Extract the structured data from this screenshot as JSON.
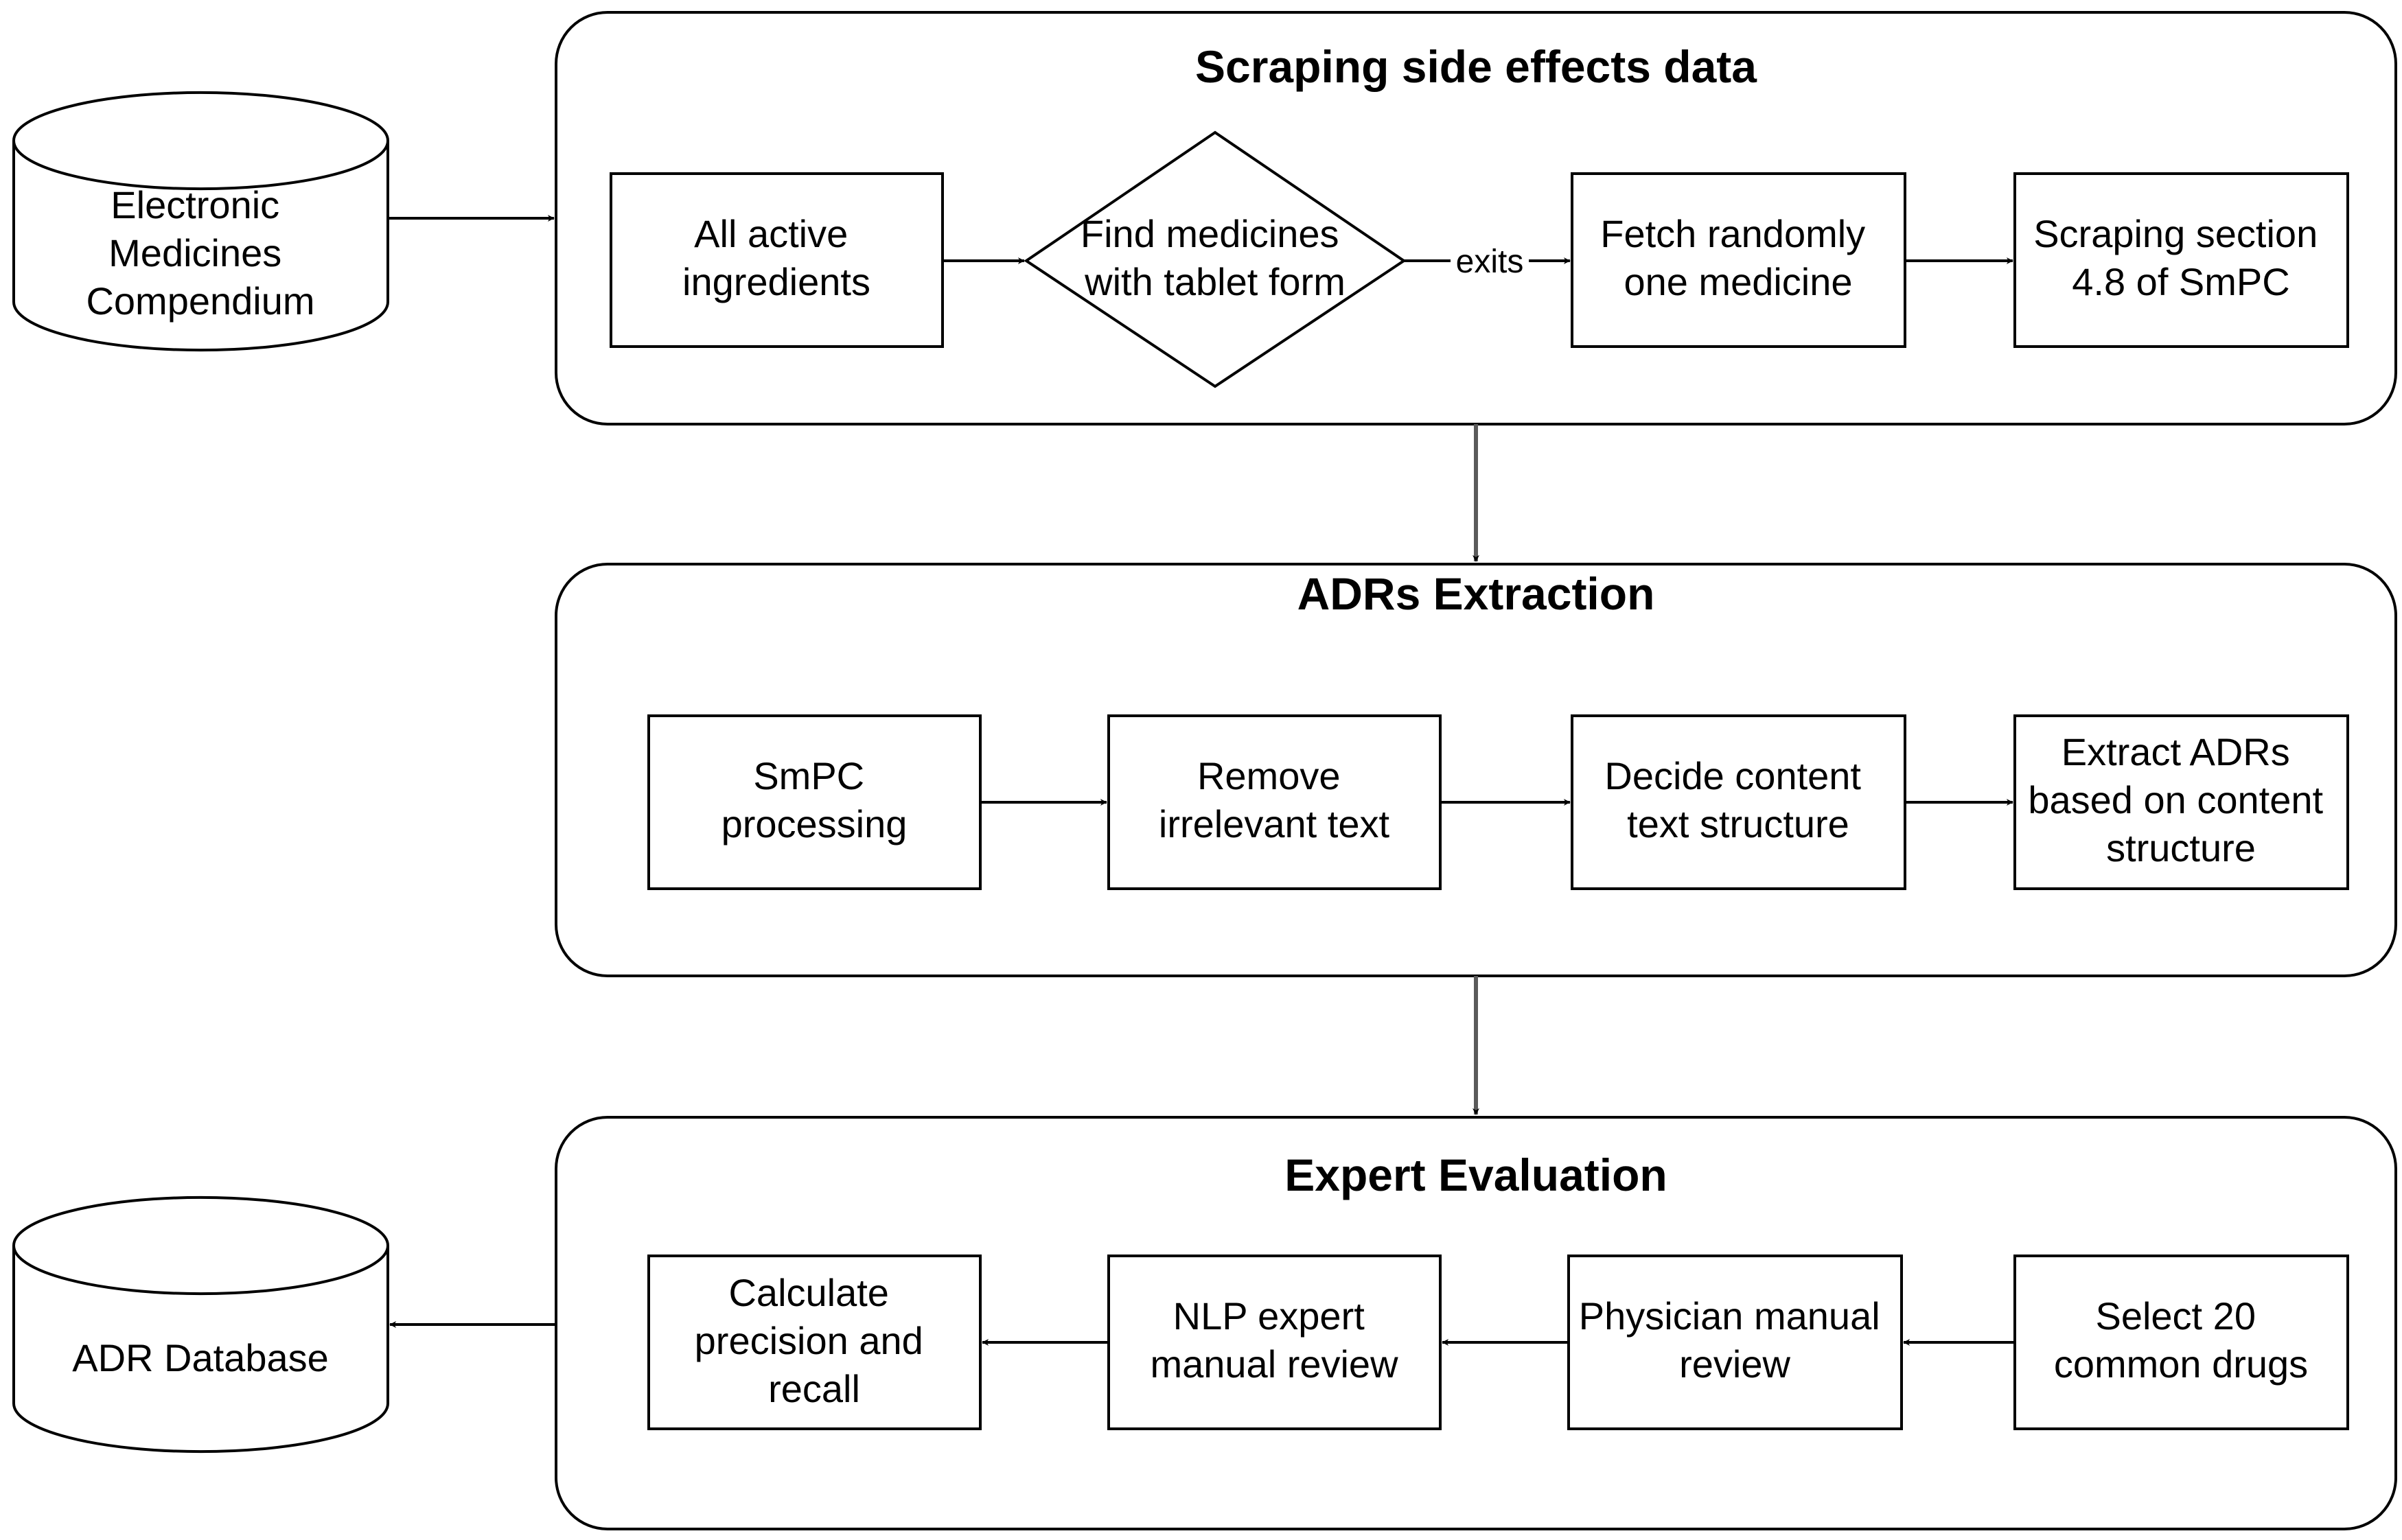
{
  "groups": {
    "scraping": {
      "title": "Scraping side effects data"
    },
    "extraction": {
      "title": "ADRs Extraction"
    },
    "evaluation": {
      "title": "Expert Evaluation"
    }
  },
  "databases": {
    "emc": {
      "lines": [
        "Electronic",
        "Medicines",
        "Compendium"
      ]
    },
    "adr_db": {
      "lines": [
        "ADR Database"
      ]
    }
  },
  "nodes": {
    "all_active_ingredients": {
      "lines": [
        "All active",
        "ingredients"
      ]
    },
    "find_medicines": {
      "lines": [
        "Find medicines",
        "with tablet form"
      ]
    },
    "fetch_randomly": {
      "lines": [
        "Fetch randomly",
        "one medicine"
      ]
    },
    "scraping_section": {
      "lines": [
        "Scraping section",
        "4.8 of SmPC"
      ]
    },
    "smpc_processing": {
      "lines": [
        "SmPC",
        "processing"
      ]
    },
    "remove_irrelevant": {
      "lines": [
        "Remove",
        "irrelevant text"
      ]
    },
    "decide_content": {
      "lines": [
        "Decide content",
        "text structure"
      ]
    },
    "extract_adrs": {
      "lines": [
        "Extract ADRs",
        "based on content",
        "structure"
      ]
    },
    "calculate_precision": {
      "lines": [
        "Calculate",
        "precision and",
        "recall"
      ]
    },
    "nlp_expert": {
      "lines": [
        "NLP expert",
        "manual review"
      ]
    },
    "physician_review": {
      "lines": [
        "Physician manual",
        "review"
      ]
    },
    "select_drugs": {
      "lines": [
        "Select 20",
        "common drugs"
      ]
    }
  },
  "edge_labels": {
    "exits": "exits"
  },
  "colors": {
    "stroke": "#000000",
    "group_connector": "#5a5a5a",
    "background": "#ffffff"
  }
}
